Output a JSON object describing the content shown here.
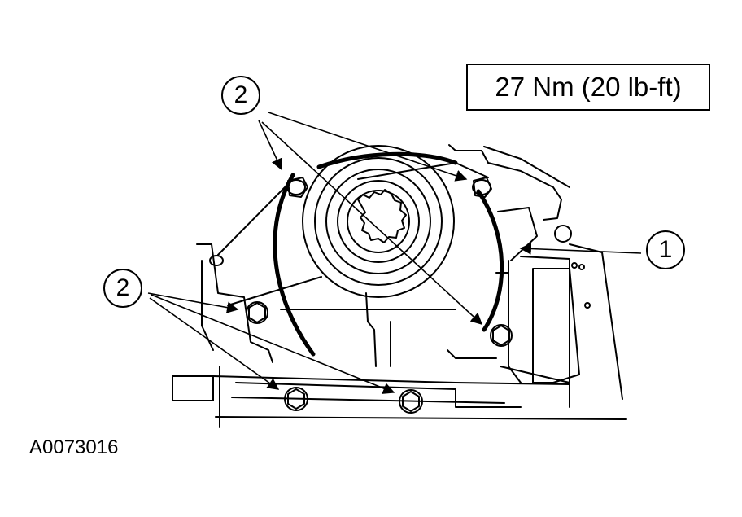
{
  "torque_spec": "27 Nm (20 lb-ft)",
  "figure_id": "A0073016",
  "callouts": {
    "bolts_upper": "2",
    "bolts_lower": "2",
    "seal": "1"
  }
}
